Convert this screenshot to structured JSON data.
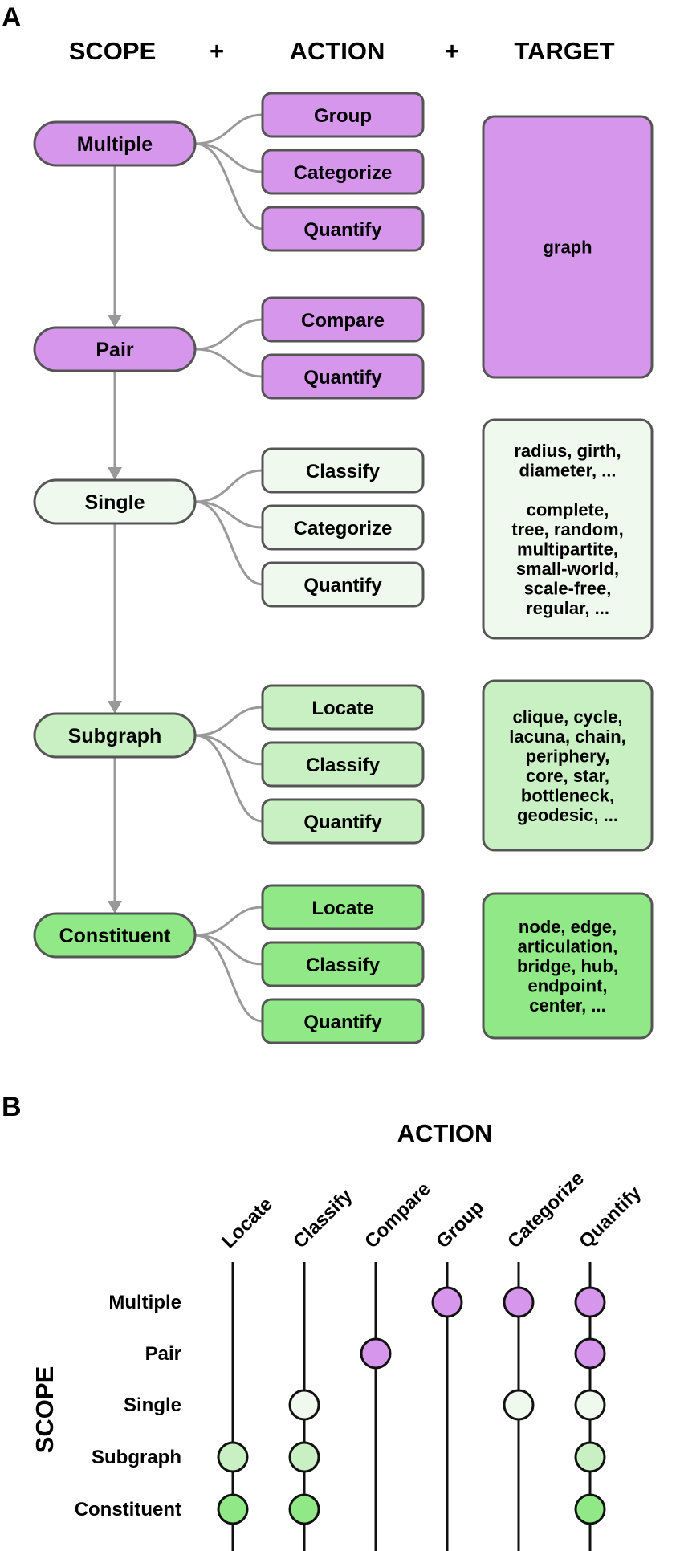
{
  "colors": {
    "purple": "#d596ec",
    "white_green": "#f0f9ee",
    "light_green": "#c9f0c2",
    "green": "#90e886",
    "stroke": "#555555",
    "connector": "#999999",
    "line": "#111111"
  },
  "panel_a": {
    "label": "A",
    "headers": {
      "scope": "SCOPE",
      "plus1": "+",
      "action": "ACTION",
      "plus2": "+",
      "target": "TARGET"
    },
    "scopes": [
      {
        "label": "Multiple",
        "color": "purple",
        "actions": [
          "Group",
          "Categorize",
          "Quantify"
        ]
      },
      {
        "label": "Pair",
        "color": "purple",
        "actions": [
          "Compare",
          "Quantify"
        ]
      },
      {
        "label": "Single",
        "color": "white_green",
        "actions": [
          "Classify",
          "Categorize",
          "Quantify"
        ]
      },
      {
        "label": "Subgraph",
        "color": "light_green",
        "actions": [
          "Locate",
          "Classify",
          "Quantify"
        ]
      },
      {
        "label": "Constituent",
        "color": "green",
        "actions": [
          "Locate",
          "Classify",
          "Quantify"
        ]
      }
    ],
    "targets": [
      {
        "color": "purple",
        "lines": [
          "graph"
        ]
      },
      {
        "color": "white_green",
        "lines": [
          "radius, girth,",
          "diameter, ...",
          "",
          "complete,",
          "tree, random,",
          "multipartite,",
          "small-world,",
          "scale-free,",
          "regular, ..."
        ]
      },
      {
        "color": "light_green",
        "lines": [
          "clique, cycle,",
          "lacuna, chain,",
          "periphery,",
          "core, star,",
          "bottleneck,",
          "geodesic, ..."
        ]
      },
      {
        "color": "green",
        "lines": [
          "node, edge,",
          "articulation,",
          "bridge, hub,",
          "endpoint,",
          "center, ..."
        ]
      }
    ]
  },
  "panel_b": {
    "label": "B",
    "action_title": "ACTION",
    "scope_title": "SCOPE",
    "actions": [
      "Locate",
      "Classify",
      "Compare",
      "Group",
      "Categorize",
      "Quantify"
    ],
    "scopes": [
      "Multiple",
      "Pair",
      "Single",
      "Subgraph",
      "Constituent"
    ],
    "scope_colors": [
      "purple",
      "purple",
      "white_green",
      "light_green",
      "green"
    ],
    "matrix": [
      [
        0,
        0,
        0,
        1,
        1,
        1
      ],
      [
        0,
        0,
        1,
        0,
        0,
        1
      ],
      [
        0,
        1,
        0,
        0,
        1,
        1
      ],
      [
        1,
        1,
        0,
        0,
        0,
        1
      ],
      [
        1,
        1,
        0,
        0,
        0,
        1
      ]
    ]
  }
}
